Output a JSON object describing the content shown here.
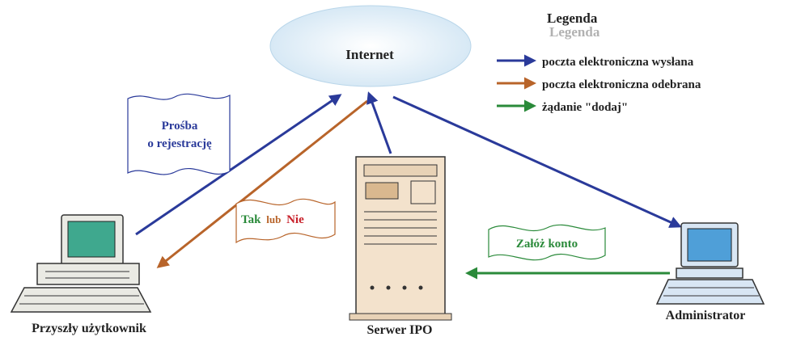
{
  "cloud": {
    "label": "Internet"
  },
  "legend": {
    "title": "Legenda",
    "items": [
      {
        "label": "poczta elektroniczna wysłana",
        "color": "#2a3a9a"
      },
      {
        "label": "poczta elektroniczna odebrana",
        "color": "#b8642a"
      },
      {
        "label": "żądanie \"dodaj\"",
        "color": "#2a8a3a"
      }
    ]
  },
  "nodes": {
    "user": {
      "label": "Przyszły użytkownik"
    },
    "server": {
      "label": "Serwer IPO"
    },
    "admin": {
      "label": "Administrator"
    }
  },
  "documents": {
    "request": {
      "line1": "Prośba",
      "line2": "o rejestrację"
    },
    "reply": {
      "yes": "Tak",
      "or": "lub",
      "no": "Nie"
    },
    "create": {
      "label": "Załóż konto"
    }
  },
  "colors": {
    "sent": "#2a3a9a",
    "received": "#b8642a",
    "request": "#2a8a3a",
    "cloud_fill": "#dcecf6",
    "monitor_screen_user": "#3fa88e",
    "monitor_screen_admin": "#4f9fd8",
    "server_body": "#f3e2cc"
  }
}
